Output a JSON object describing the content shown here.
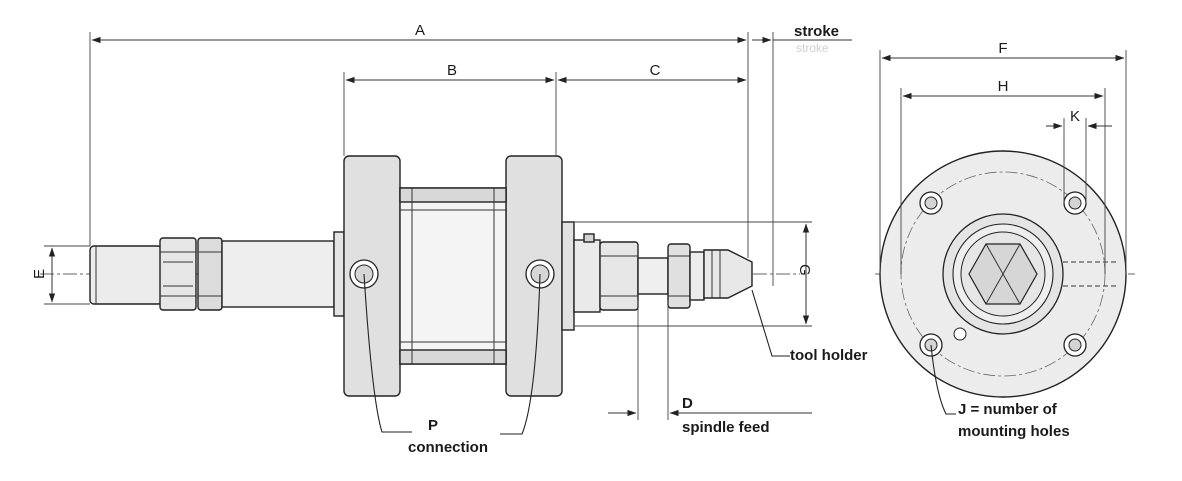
{
  "labels": {
    "A": "A",
    "B": "B",
    "C": "C",
    "D": "D",
    "E": "E",
    "F": "F",
    "G": "G",
    "H": "H",
    "K": "K"
  },
  "callouts": {
    "stroke": "stroke",
    "tool_holder": "tool holder",
    "spindle_feed": "spindle feed",
    "P": "P",
    "connection": "connection",
    "mounting_holes_line1": "J = number of",
    "mounting_holes_line2": "mounting holes"
  },
  "colors": {
    "fill_light": "#f1f1f1",
    "fill_mid": "#e3e3e3",
    "fill_dark": "#cfcfcf",
    "line": "#222222"
  }
}
